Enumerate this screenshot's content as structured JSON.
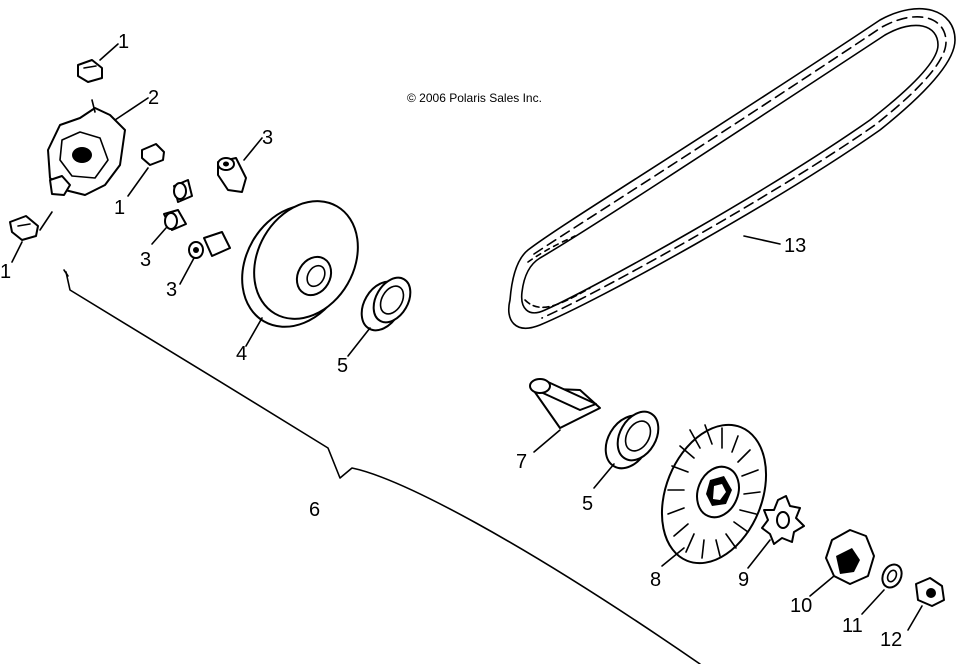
{
  "copyright": "© 2006 Polaris Sales Inc.",
  "callouts": {
    "c1a": "1",
    "c1b": "1",
    "c1c": "1",
    "c2": "2",
    "c3a": "3",
    "c3b": "3",
    "c3c": "3",
    "c4": "4",
    "c5a": "5",
    "c5b": "5",
    "c6": "6",
    "c7": "7",
    "c8": "8",
    "c9": "9",
    "c10": "10",
    "c11": "11",
    "c12": "12",
    "c13": "13"
  }
}
